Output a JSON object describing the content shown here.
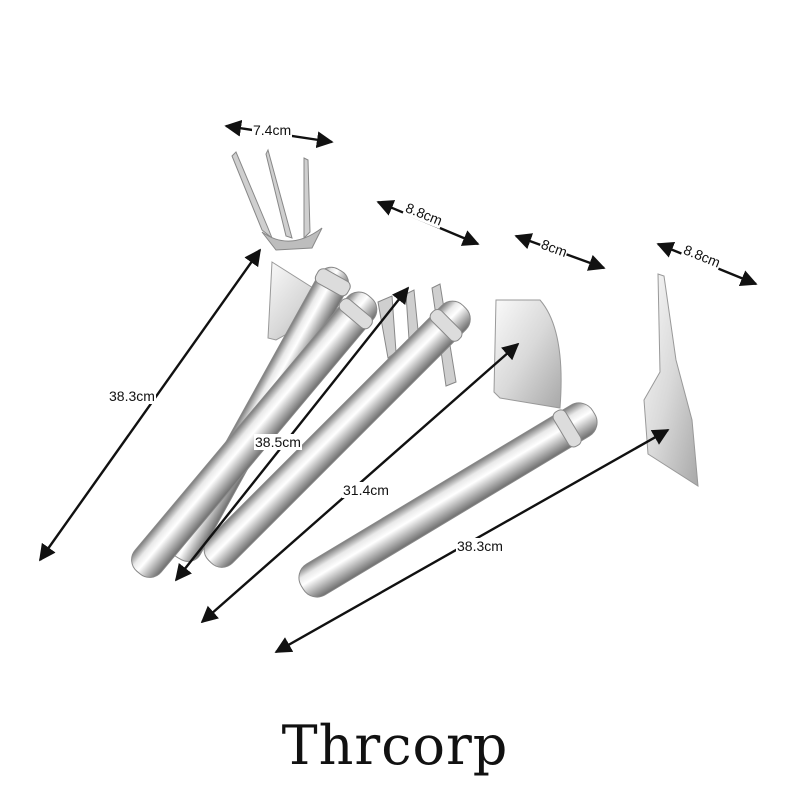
{
  "brand": "Thrcorp",
  "dimensions": {
    "fork_width": "7.4cm",
    "hoe1_width": "8.8cm",
    "hoe2_width": "8cm",
    "pick_width": "8.8cm",
    "len1": "38.3cm",
    "len2": "38.5cm",
    "len3": "31.4cm",
    "len4": "38.3cm"
  },
  "colors": {
    "background": "#ffffff",
    "metal_light": "#f4f4f4",
    "metal_mid": "#cfcfcf",
    "metal_dark": "#8a8a8a",
    "text": "#111111"
  }
}
